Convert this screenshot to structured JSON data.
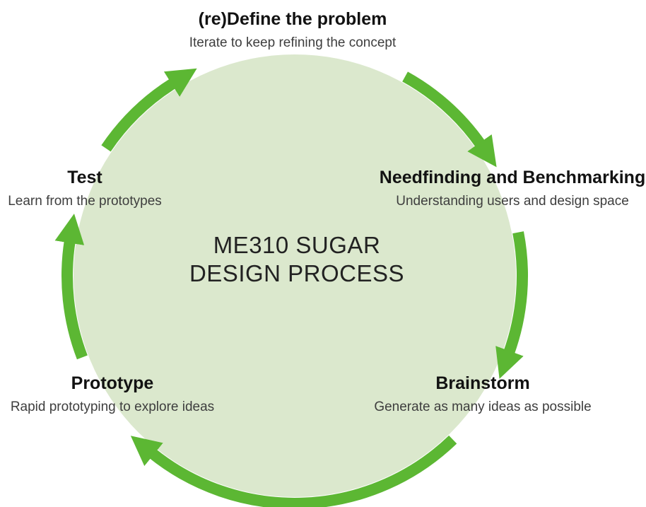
{
  "diagram": {
    "center_title_line1": "ME310 SUGAR",
    "center_title_line2": "DESIGN PROCESS",
    "colors": {
      "circle_fill": "#dbe8cd",
      "arrow_green": "#5cb733",
      "heading_text": "#121212",
      "subtitle_text": "#3e3e3e",
      "center_text": "#222222"
    },
    "stages": [
      {
        "name": "(re)Define the problem",
        "description": "Iterate to keep refining the concept"
      },
      {
        "name": "Needfinding and Benchmarking",
        "description": "Understanding users and design space"
      },
      {
        "name": "Brainstorm",
        "description": "Generate as many ideas as possible"
      },
      {
        "name": "Prototype",
        "description": "Rapid prototyping to explore ideas"
      },
      {
        "name": "Test",
        "description": "Learn from the prototypes"
      }
    ],
    "arcs": [
      {
        "id": "redefine-to-needfinding",
        "from": "(re)Define the problem",
        "to": "Needfinding and Benchmarking",
        "start_deg": 29,
        "end_deg": 55
      },
      {
        "id": "needfinding-to-brainstorm",
        "from": "Needfinding and Benchmarking",
        "to": "Brainstorm",
        "start_deg": 79,
        "end_deg": 110
      },
      {
        "id": "brainstorm-to-prototype",
        "from": "Brainstorm",
        "to": "Prototype",
        "start_deg": 136,
        "end_deg": 219
      },
      {
        "id": "prototype-to-test",
        "from": "Prototype",
        "to": "Test",
        "start_deg": 249,
        "end_deg": 279
      },
      {
        "id": "test-to-redefine",
        "from": "Test",
        "to": "(re)Define the problem",
        "start_deg": 304,
        "end_deg": 328
      }
    ]
  }
}
